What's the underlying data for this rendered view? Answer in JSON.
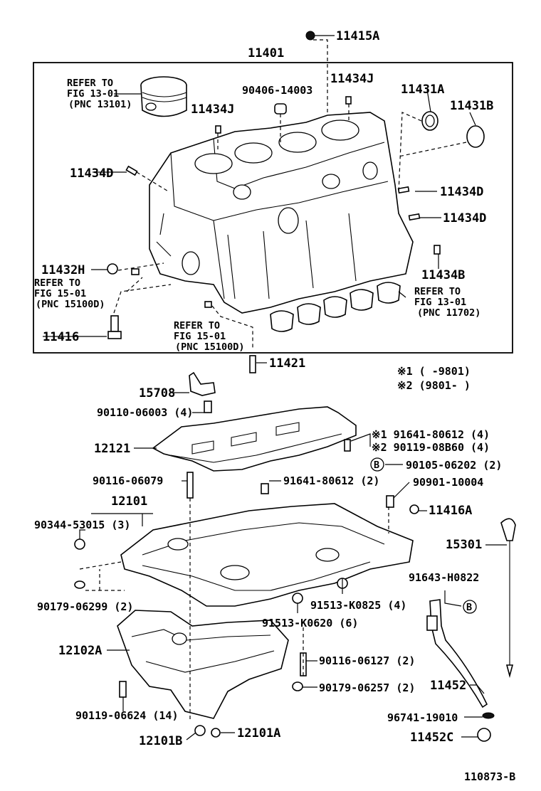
{
  "labels": {
    "p11415A": "11415A",
    "p11401": "11401",
    "refer1_l1": "REFER TO",
    "refer1_l2": "FIG 13-01",
    "refer1_l3": "(PNC 13101)",
    "p90406": "90406-14003",
    "p11434J_a": "11434J",
    "p11434J_b": "11434J",
    "p11431A": "11431A",
    "p11431B": "11431B",
    "p11434D_a": "11434D",
    "p11434D_b": "11434D",
    "p11434D_c": "11434D",
    "p11434B": "11434B",
    "p11432H": "11432H",
    "refer2_l1": "REFER TO",
    "refer2_l2": "FIG 15-01",
    "refer2_l3": "(PNC 15100D)",
    "refer3_l1": "REFER TO",
    "refer3_l2": "FIG 15-01",
    "refer3_l3": "(PNC 15100D)",
    "refer4_l1": "REFER TO",
    "refer4_l2": "FIG 13-01",
    "refer4_l3": "(PNC 11702)",
    "p11416": "11416",
    "p11421": "11421",
    "note1": "※1 (      -9801)",
    "note2": "※2 (9801-      )",
    "p15708": "15708",
    "p90110": "90110-06003 (4)",
    "p12121": "12121",
    "p91641a": "※1 91641-80612 (4)",
    "p90119b": "※2 90119-08B60 (4)",
    "p90105": "90105-06202 (2)",
    "circB": "B",
    "p90116a": "90116-06079",
    "p91641b": "91641-80612 (2)",
    "p90901": "90901-10004",
    "p12101": "12101",
    "p11416A": "11416A",
    "p90344": "90344-53015 (3)",
    "p15301": "15301",
    "p91643": "91643-H0822",
    "p90179a": "90179-06299 (2)",
    "p91513a": "91513-K0825 (4)",
    "p91513b": "91513-K0620 (6)",
    "p12102A": "12102A",
    "p90116b": "90116-06127 (2)",
    "p90179b": "90179-06257 (2)",
    "p11452": "11452",
    "p90119a": "90119-06624 (14)",
    "p96741": "96741-19010",
    "p12101B": "12101B",
    "p12101A": "12101A",
    "p11452C": "11452C",
    "figure_id": "110873-B"
  }
}
